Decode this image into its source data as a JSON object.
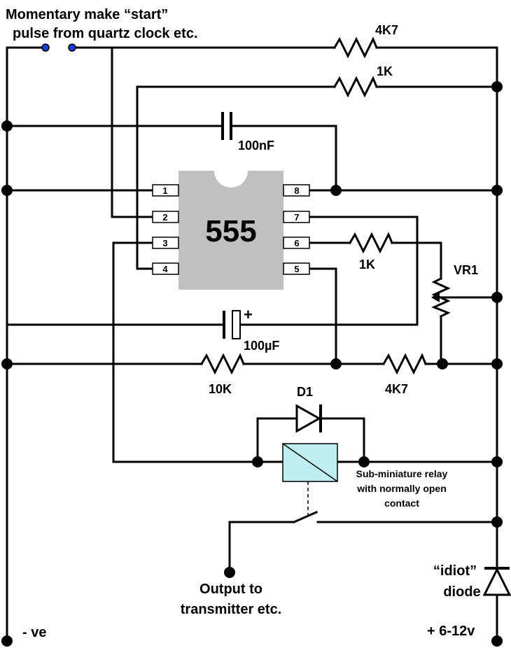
{
  "header": {
    "title_line1": "Momentary make “start”",
    "title_line2": "pulse from quartz clock etc."
  },
  "ic": {
    "label": "555",
    "pins": [
      "1",
      "2",
      "3",
      "4",
      "5",
      "6",
      "7",
      "8"
    ]
  },
  "components": {
    "r_top": "4K7",
    "r_second": "1K",
    "cap_small": "100nF",
    "cap_large": "100µF",
    "cap_polarity": "+",
    "r_pin6": "1K",
    "pot": "VR1",
    "r_left_bottom": "10K",
    "r_right_bottom": "4K7",
    "diode": "D1"
  },
  "relay": {
    "line1": "Sub-miniature relay",
    "line2": "with normally open",
    "line3": "contact"
  },
  "output": {
    "line1": "Output to",
    "line2": "transmitter etc."
  },
  "protection": {
    "line1": "“idiot”",
    "line2": "diode"
  },
  "supply": {
    "negative": "- ve",
    "positive": "+ 6-12v"
  },
  "colors": {
    "ic_body": "#c0c0c0",
    "relay_body": "#bfeef0",
    "start_contact": "#1a3fd6"
  }
}
